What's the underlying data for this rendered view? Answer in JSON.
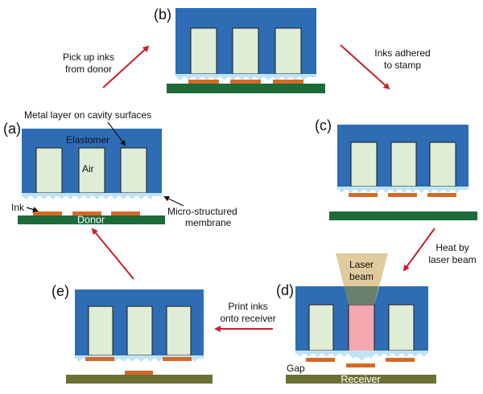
{
  "title": "Laser-driven transfer printing process with micro-structured stamp",
  "colors": {
    "elastomer": "#2e6db4",
    "cavity_air": "#dfecd6",
    "cavity_heated": "#f4a7ae",
    "membrane": "#bfe3f5",
    "ink": "#d46a26",
    "donor": "#1e6b3a",
    "receiver": "#6b7035",
    "laser": "#d9c28c",
    "arrow": "#c8202a",
    "label_arrow": "#111111"
  },
  "panels": {
    "a": {
      "label": "(a)",
      "annotations": {
        "metal_layer": "Metal layer on cavity surfaces",
        "elastomer": "Elastomer",
        "air": "Air",
        "ink": "Ink",
        "membrane_line1": "Micro-structured",
        "membrane_line2": "membrane",
        "substrate": "Donor"
      }
    },
    "b": {
      "label": "(b)"
    },
    "c": {
      "label": "(c)"
    },
    "d": {
      "label": "(d)",
      "annotations": {
        "laser_line1": "Laser",
        "laser_line2": "beam",
        "gap": "Gap",
        "substrate": "Receiver"
      }
    },
    "e": {
      "label": "(e)"
    }
  },
  "steps": [
    {
      "from": "a",
      "to": "b",
      "line1": "Pick up inks",
      "line2": "from donor"
    },
    {
      "from": "b",
      "to": "c",
      "line1": "Inks adhered",
      "line2": "to stamp"
    },
    {
      "from": "c",
      "to": "d",
      "line1": "Heat by",
      "line2": "laser beam"
    },
    {
      "from": "d",
      "to": "e",
      "line1": "Print inks",
      "line2": "onto receiver"
    },
    {
      "from": "e",
      "to": "a",
      "line1": "",
      "line2": ""
    }
  ]
}
